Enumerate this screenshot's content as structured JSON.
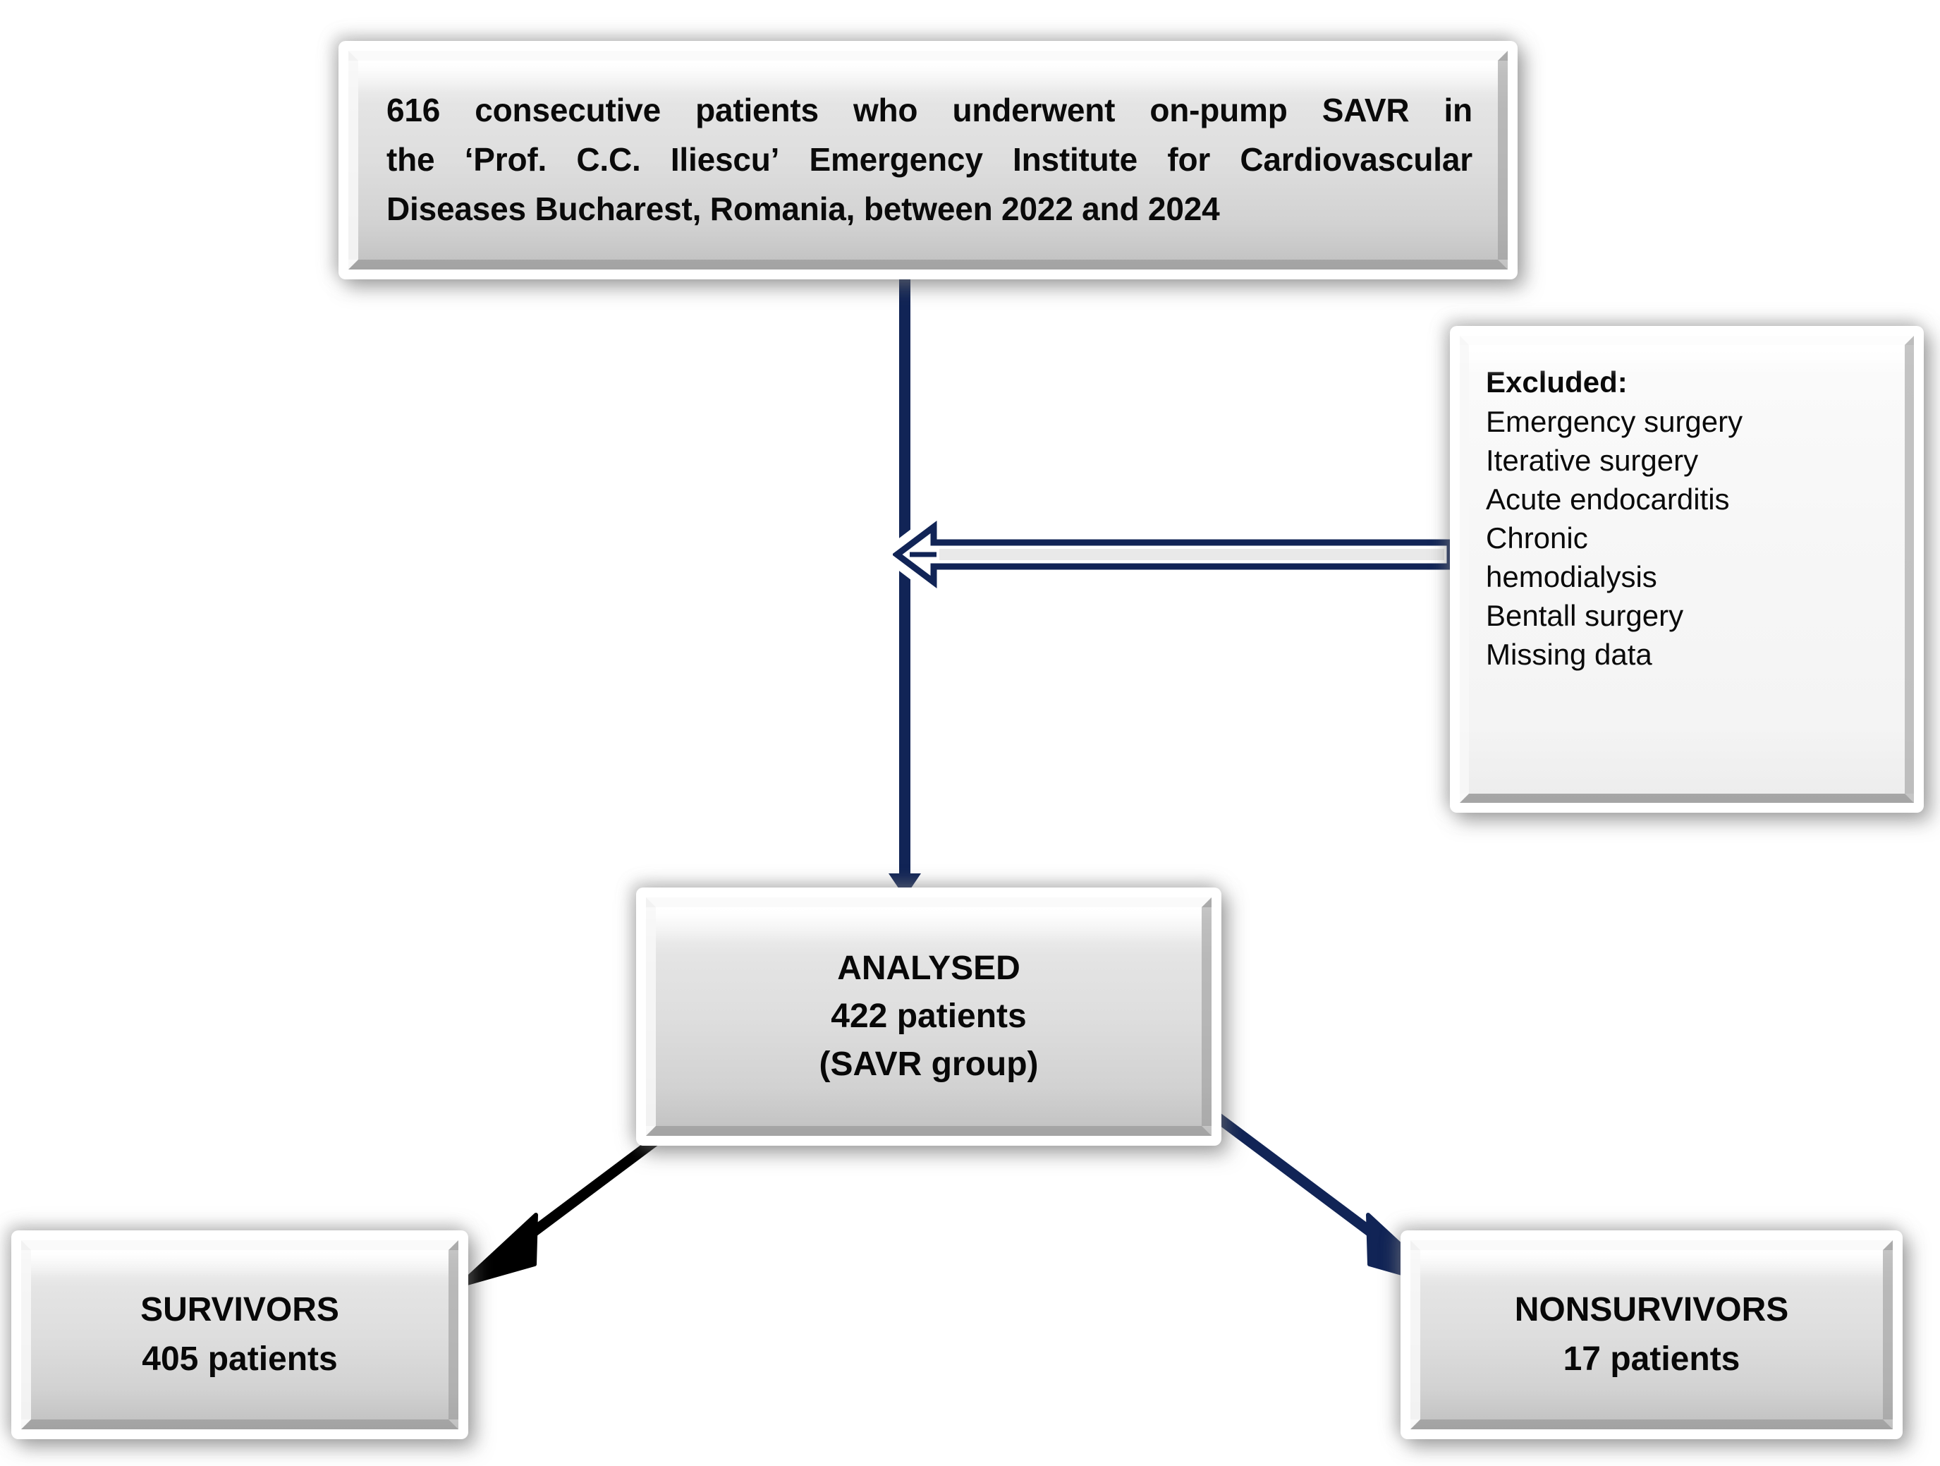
{
  "diagram": {
    "title": "SAVR study patient flow",
    "colors": {
      "navy": "#112456",
      "black": "#080808",
      "box_fill_light": "#f6f6f6",
      "box_fill_grey": "#dedede",
      "background": "#ffffff"
    }
  },
  "cohort_box": {
    "line1": "616 consecutive patients who underwent on-pump SAVR in",
    "line2": "the ‘Prof. C.C. Iliescu’ Emergency Institute for Cardiovascular",
    "line3": "Diseases Bucharest, Romania, between 2022 and 2024"
  },
  "excluded_box": {
    "title": "Excluded:",
    "items": [
      "Emergency surgery",
      "Iterative surgery",
      "Acute endocarditis",
      "Chronic",
      "hemodialysis",
      "Bentall surgery",
      "Missing data"
    ]
  },
  "analysed_box": {
    "line1": "ANALYSED",
    "line2": "422 patients",
    "line3": "(SAVR group)"
  },
  "survivors_box": {
    "line1": "SURVIVORS",
    "line2": "405 patients"
  },
  "nonsurvivors_box": {
    "line1": "NONSURVIVORS",
    "line2": "17 patients"
  },
  "connectors": {
    "cohort_to_analysed": "down-arrow",
    "excluded_into_trunk": "left-block-arrow",
    "analysed_to_survivors": "down-left-arrow",
    "analysed_to_nonsurvivors": "down-right-arrow"
  }
}
